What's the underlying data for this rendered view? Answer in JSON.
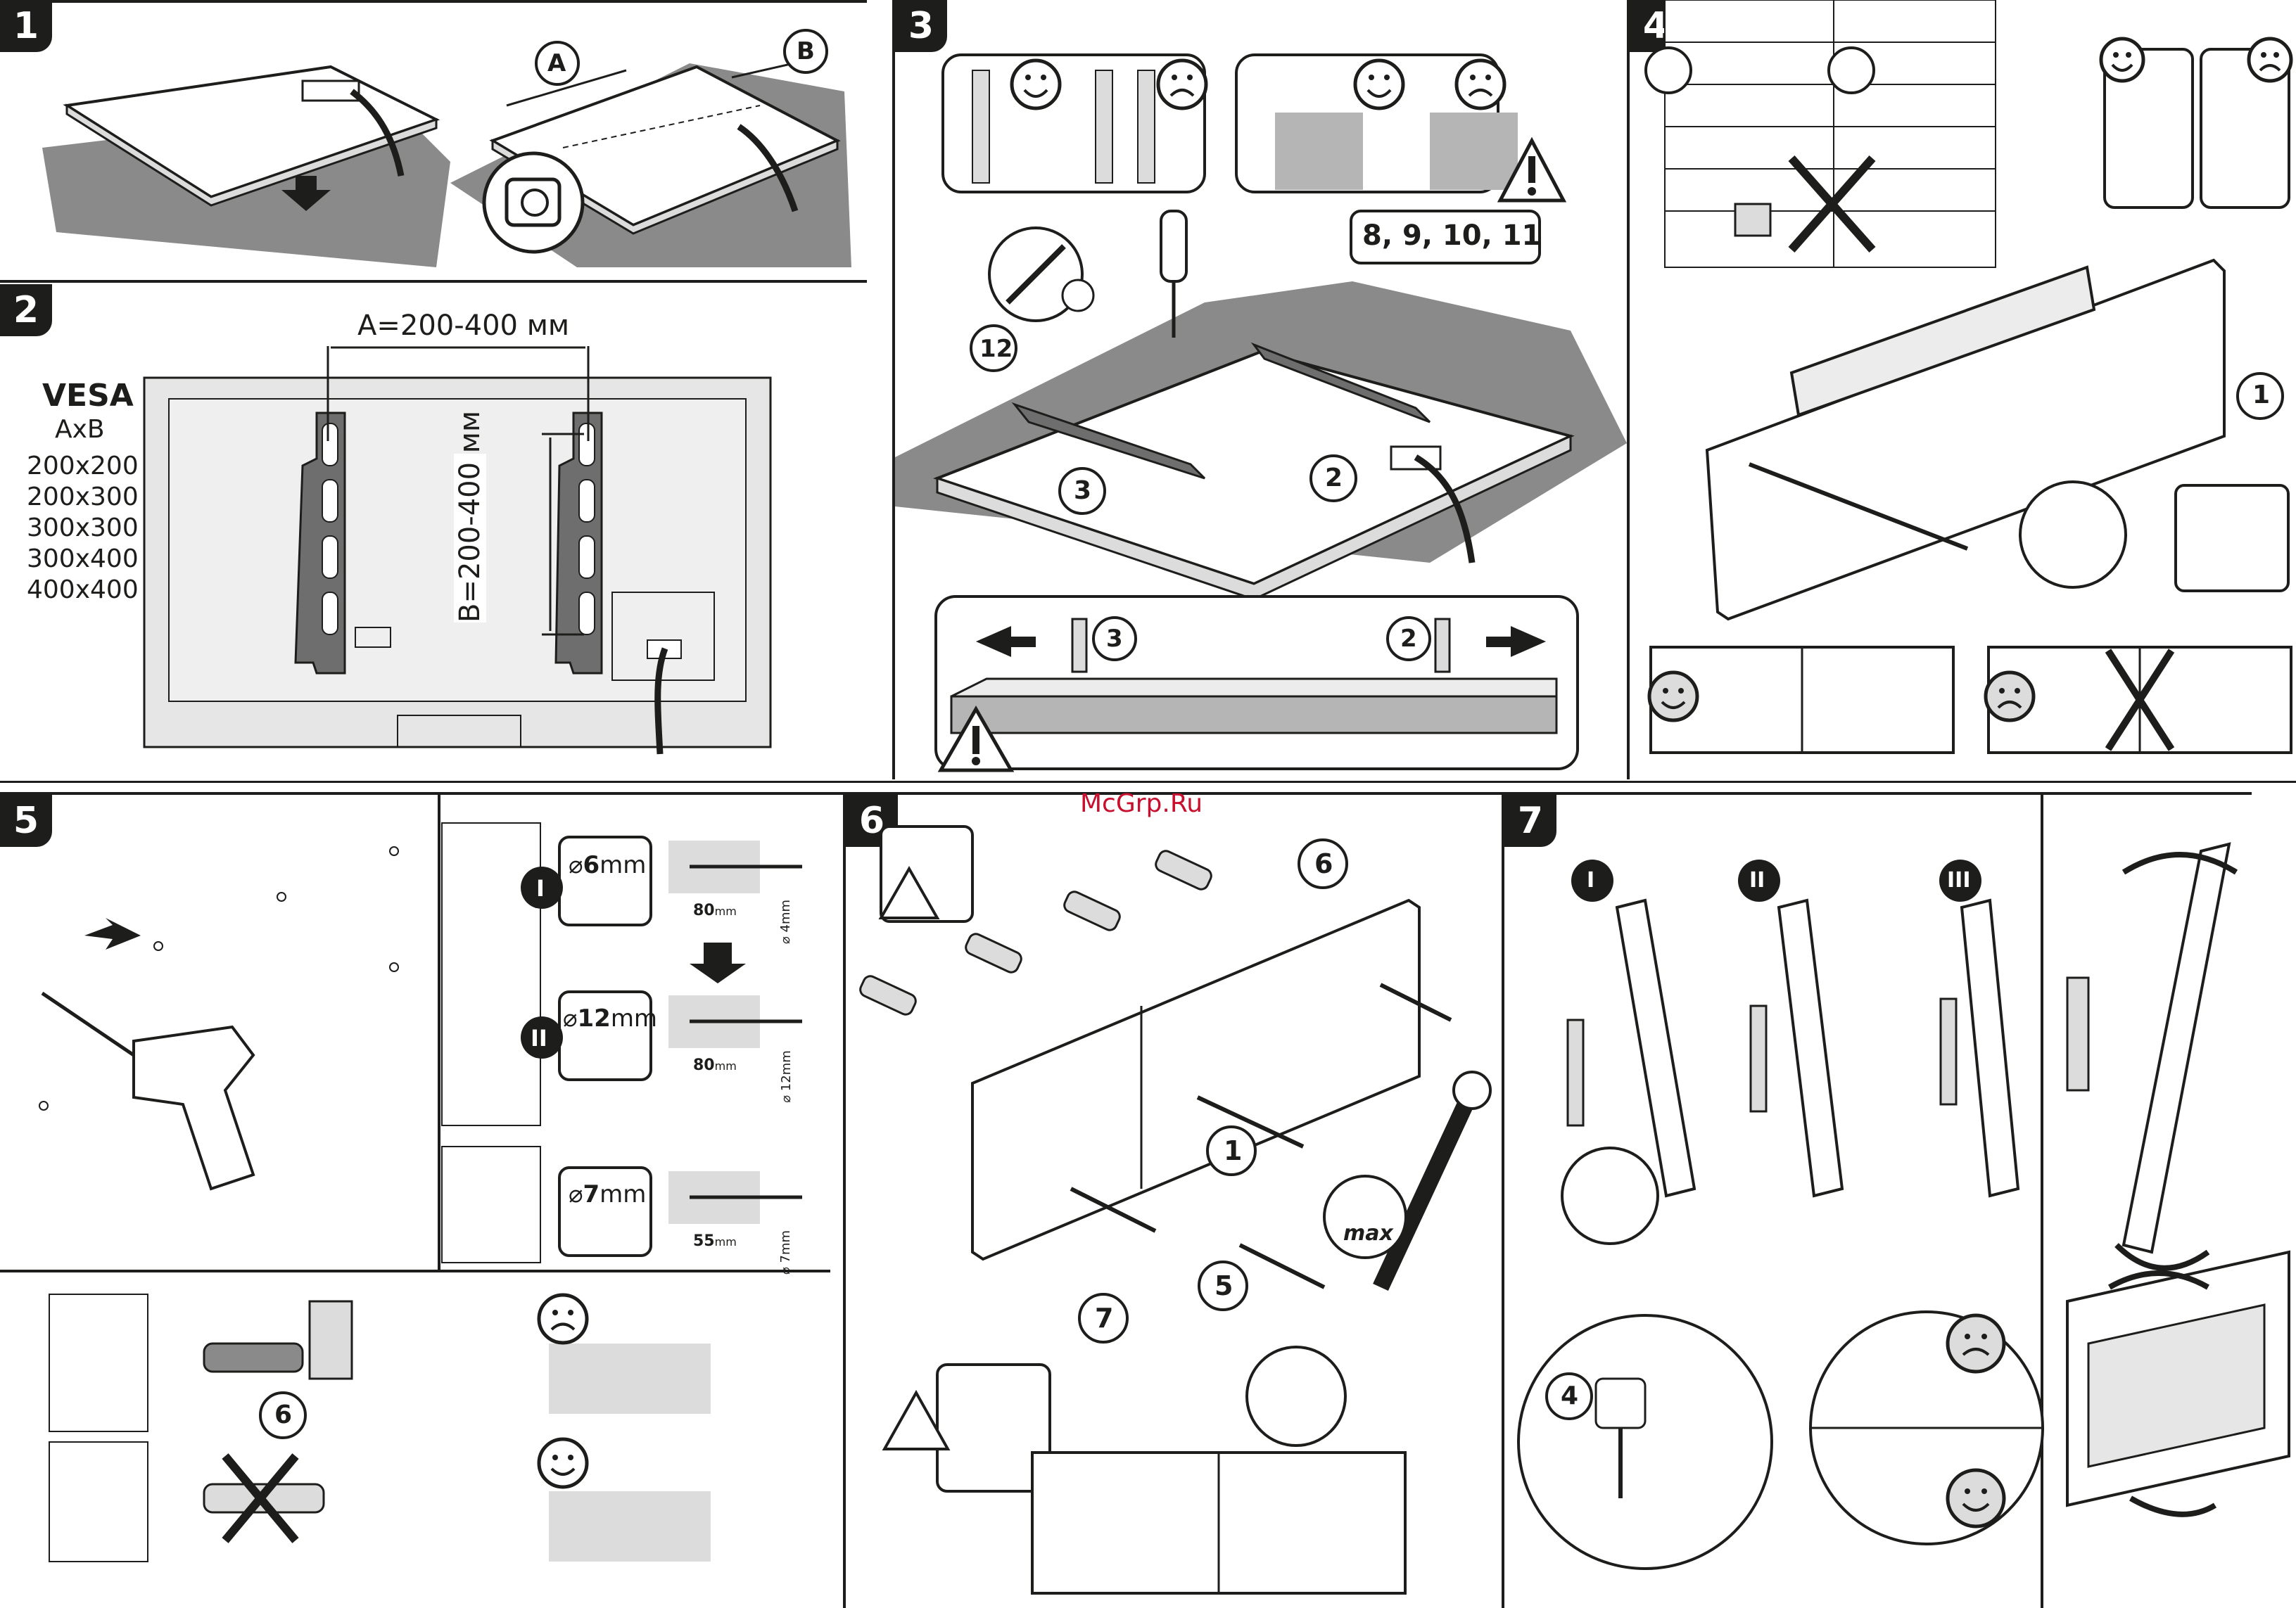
{
  "steps": [
    "1",
    "2",
    "3",
    "4",
    "5",
    "6",
    "7"
  ],
  "step1": {
    "label_a": "A",
    "label_b": "B"
  },
  "step2": {
    "dim_a": "A=200-400 мм",
    "dim_b": "B=200-400 мм",
    "vesa_title": "VESA",
    "vesa_axb": "AxB",
    "vesa_sizes": [
      "200x200",
      "200x300",
      "300x300",
      "300x400",
      "400x400"
    ]
  },
  "step3": {
    "screws_label": "8, 9, 10, 11",
    "callout_12": "12",
    "callout_3": "3",
    "callout_2": "2",
    "slide_left": "3",
    "slide_right": "2"
  },
  "step4": {
    "callout_1": "1"
  },
  "step5": {
    "drill_rows": [
      {
        "roman": "I",
        "diameter_sym": "⌀",
        "diameter_num": "6",
        "diameter_unit": "mm",
        "depth": "80",
        "depth_unit": "mm",
        "hole": "⌀ 4mm"
      },
      {
        "roman": "II",
        "diameter_sym": "⌀",
        "diameter_num": "12",
        "diameter_unit": "mm",
        "depth": "80",
        "depth_unit": "mm",
        "hole": "⌀ 12mm"
      },
      {
        "roman": "",
        "diameter_sym": "⌀",
        "diameter_num": "7",
        "diameter_unit": "mm",
        "depth": "55",
        "depth_unit": "mm",
        "hole": "⌀ 7mm"
      }
    ],
    "callout_6": "6"
  },
  "watermark": "McGrp.Ru",
  "step6": {
    "callout_6": "6",
    "callout_1": "1",
    "callout_5": "5",
    "callout_7": "7",
    "max_label": "max"
  },
  "step7": {
    "roman_1": "I",
    "roman_2": "II",
    "roman_3": "III",
    "callout_4": "4"
  },
  "colors": {
    "ink": "#1d1d1b",
    "shadow_grey": "#8a8a8a",
    "panel_grey": "#dcdcdc",
    "light_grey": "#f0f0f0",
    "watermark": "#c8102e"
  }
}
